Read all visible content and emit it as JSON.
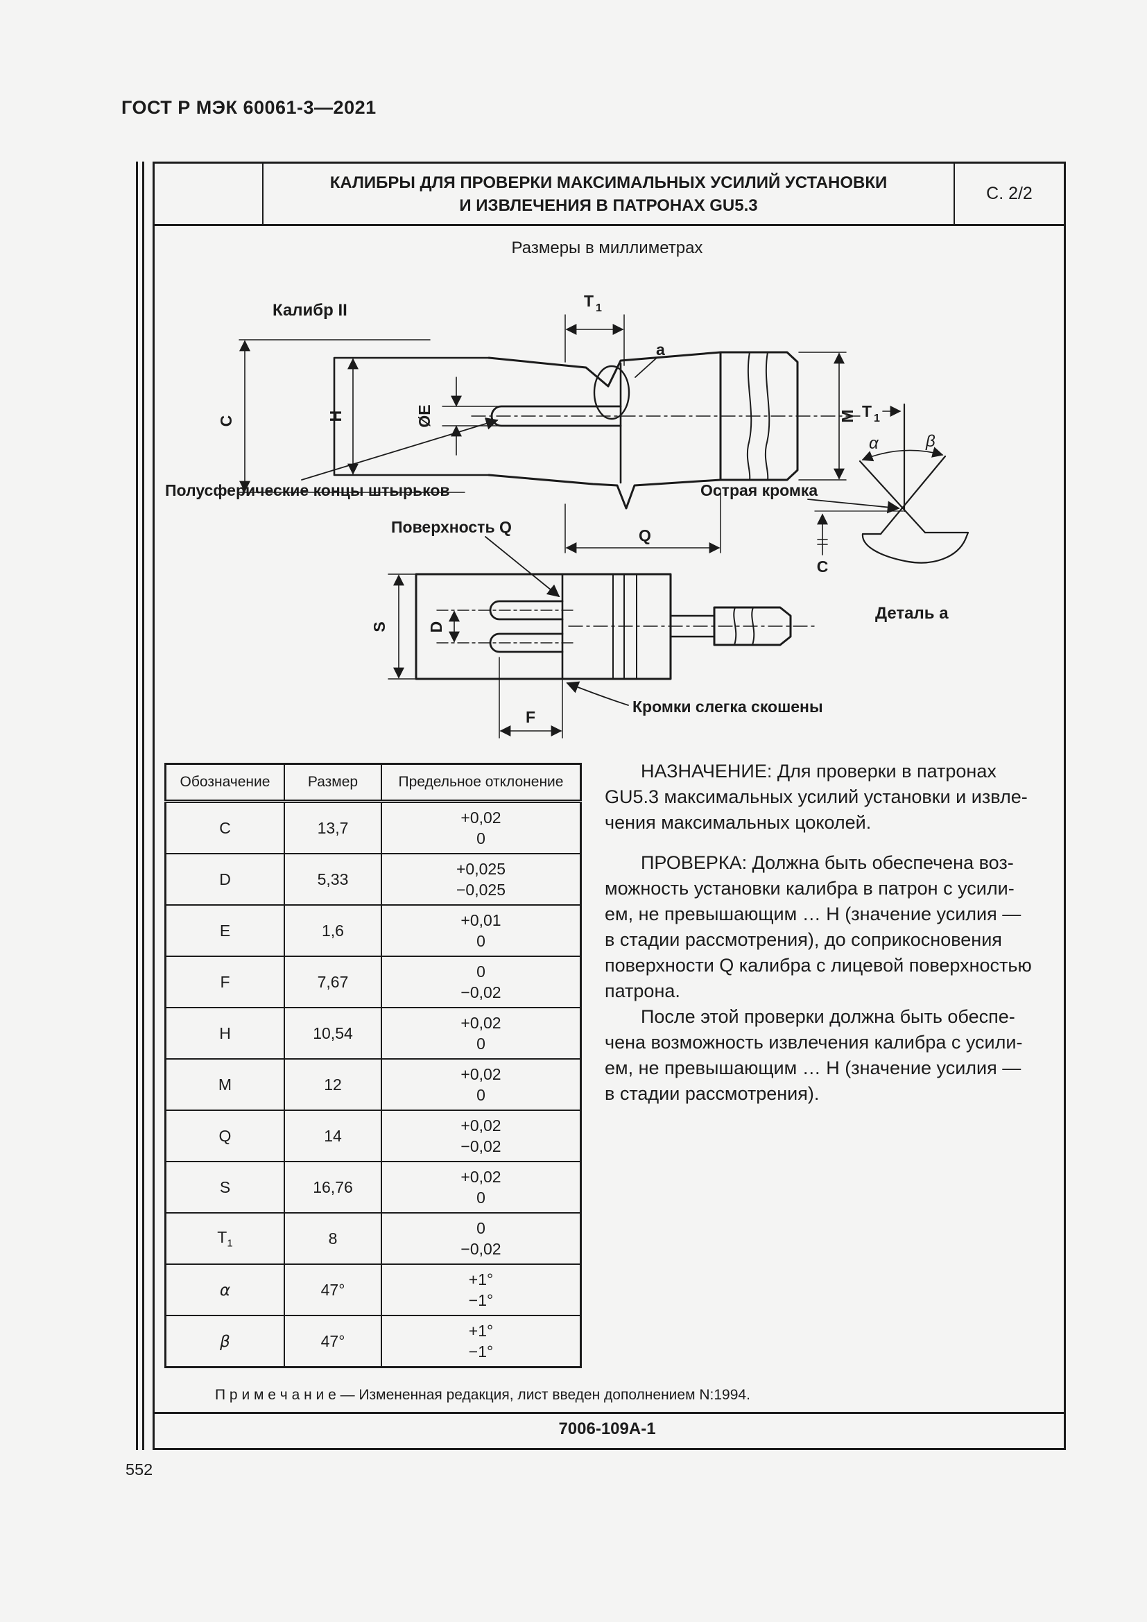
{
  "page": {
    "gost_header": "ГОСТ Р МЭК 60061-3—2021",
    "page_number": "552"
  },
  "sheet": {
    "title_line1": "КАЛИБРЫ ДЛЯ ПРОВЕРКИ МАКСИМАЛЬНЫХ УСИЛИЙ УСТАНОВКИ",
    "title_line2": "И ИЗВЛЕЧЕНИЯ В ПАТРОНАХ GU5.3",
    "page_ref": "С. 2/2",
    "units_note": "Размеры в миллиметрах",
    "sheet_code": "7006-109А-1",
    "footnote": "П р и м е ч а н и е — Измененная редакция, лист введен дополнением N:1994."
  },
  "drawing": {
    "caption": "Калибр II",
    "labels": {
      "t": "Т",
      "t_sub": "1",
      "a": "a",
      "c": "C",
      "h": "H",
      "oe": "ØE",
      "m": "М",
      "q": "Q",
      "s": "S",
      "d": "D",
      "f": "F",
      "alpha": "α",
      "beta": "β",
      "c_detail": "C",
      "t_detail": "Т",
      "t_detail_sub": "1"
    },
    "annotations": {
      "pins": "Полусферические концы штырьков",
      "sharp_edge": "Острая кромка",
      "surface_q": "Поверхность Q",
      "edges_beveled": "Кромки слегка скошены",
      "detail_a": "Деталь а"
    }
  },
  "table": {
    "headers": [
      "Обозначение",
      "Размер",
      "Предельное отклонение"
    ],
    "rows": [
      {
        "sym": "C",
        "sub": "",
        "size": "13,7",
        "dev1": "+0,02",
        "dev2": "0",
        "greek": false
      },
      {
        "sym": "D",
        "sub": "",
        "size": "5,33",
        "dev1": "+0,025",
        "dev2": "−0,025",
        "greek": false
      },
      {
        "sym": "E",
        "sub": "",
        "size": "1,6",
        "dev1": "+0,01",
        "dev2": "0",
        "greek": false
      },
      {
        "sym": "F",
        "sub": "",
        "size": "7,67",
        "dev1": "0",
        "dev2": "−0,02",
        "greek": false
      },
      {
        "sym": "H",
        "sub": "",
        "size": "10,54",
        "dev1": "+0,02",
        "dev2": "0",
        "greek": false
      },
      {
        "sym": "M",
        "sub": "",
        "size": "12",
        "dev1": "+0,02",
        "dev2": "0",
        "greek": false
      },
      {
        "sym": "Q",
        "sub": "",
        "size": "14",
        "dev1": "+0,02",
        "dev2": "−0,02",
        "greek": false
      },
      {
        "sym": "S",
        "sub": "",
        "size": "16,76",
        "dev1": "+0,02",
        "dev2": "0",
        "greek": false
      },
      {
        "sym": "Т",
        "sub": "1",
        "size": "8",
        "dev1": "0",
        "dev2": "−0,02",
        "greek": false
      },
      {
        "sym": "α",
        "sub": "",
        "size": "47°",
        "dev1": "+1°",
        "dev2": "−1°",
        "greek": true
      },
      {
        "sym": "β",
        "sub": "",
        "size": "47°",
        "dev1": "+1°",
        "dev2": "−1°",
        "greek": true
      }
    ]
  },
  "text": {
    "p1": "НАЗНАЧЕНИЕ: Для проверки в патронах\nGU5.3 максимальных усилий установки и извле-\nчения максимальных цоколей.",
    "p2": "ПРОВЕРКА: Должна быть обеспечена воз-\nможность установки калибра в патрон с усили-\nем, не превышающим … Н (значение усилия —\nв стадии рассмотрения), до соприкосновения\nповерхности Q калибра с лицевой поверхностью\nпатрона.",
    "p3": "После этой проверки должна быть обеспе-\nчена возможность извлечения калибра с усили-\nем, не превышающим … Н (значение усилия —\nв стадии рассмотрения)."
  }
}
